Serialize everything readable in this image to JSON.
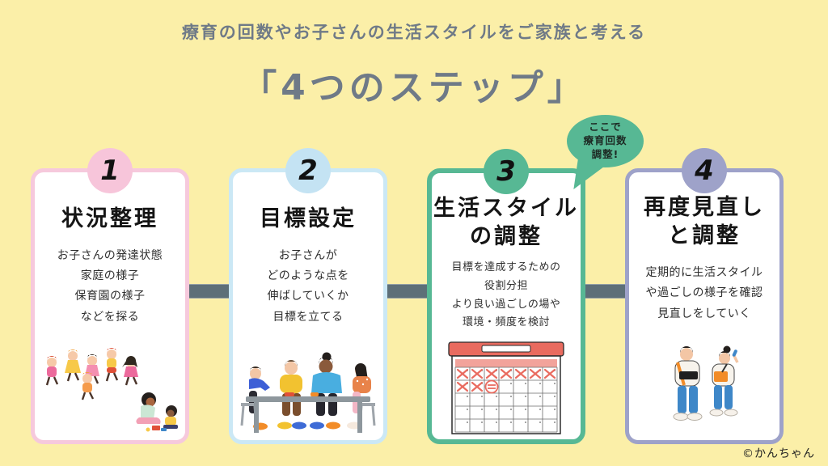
{
  "page": {
    "background_color": "#FBEFA8",
    "subtitle": "療育の回数やお子さんの生活スタイルをご家族と考える",
    "title": "「4つのステップ」",
    "title_color": "#6F7A87",
    "credit": "©かんちゃん"
  },
  "callout": {
    "lines": [
      "ここで",
      "療育回数",
      "調整!"
    ],
    "color": "#57B894",
    "points_to": "step-3"
  },
  "connector_color": "#5D6F78",
  "steps": [
    {
      "number": "1",
      "accent_color": "#F6C9DC",
      "title": "状況整理",
      "body_lines": [
        "お子さんの発達状態",
        "家庭の様子",
        "保育園の様子",
        "などを探る"
      ],
      "illustration": "children-playing-and-parent-child-illustration"
    },
    {
      "number": "2",
      "accent_color": "#CBE8F5",
      "title": "目標設定",
      "body_lines": [
        "お子さんが",
        "どのような点を",
        "伸ばしていくか",
        "目標を立てる"
      ],
      "illustration": "family-meeting-table-illustration"
    },
    {
      "number": "3",
      "accent_color": "#57B894",
      "title_lines": [
        "生活スタイル",
        "の調整"
      ],
      "body_lines": [
        "目標を達成するための",
        "役割分担",
        "より良い過ごしの場や",
        "環境・頻度を検討"
      ],
      "illustration": "calendar-marked-days-illustration"
    },
    {
      "number": "4",
      "accent_color": "#9EA2C9",
      "title_lines": [
        "再度見直し",
        "と調整"
      ],
      "body_lines": [
        "定期的に生活スタイル",
        "や過ごしの様子を確認",
        "見直しをしていく"
      ],
      "illustration": "staff-taking-notes-illustration"
    }
  ]
}
